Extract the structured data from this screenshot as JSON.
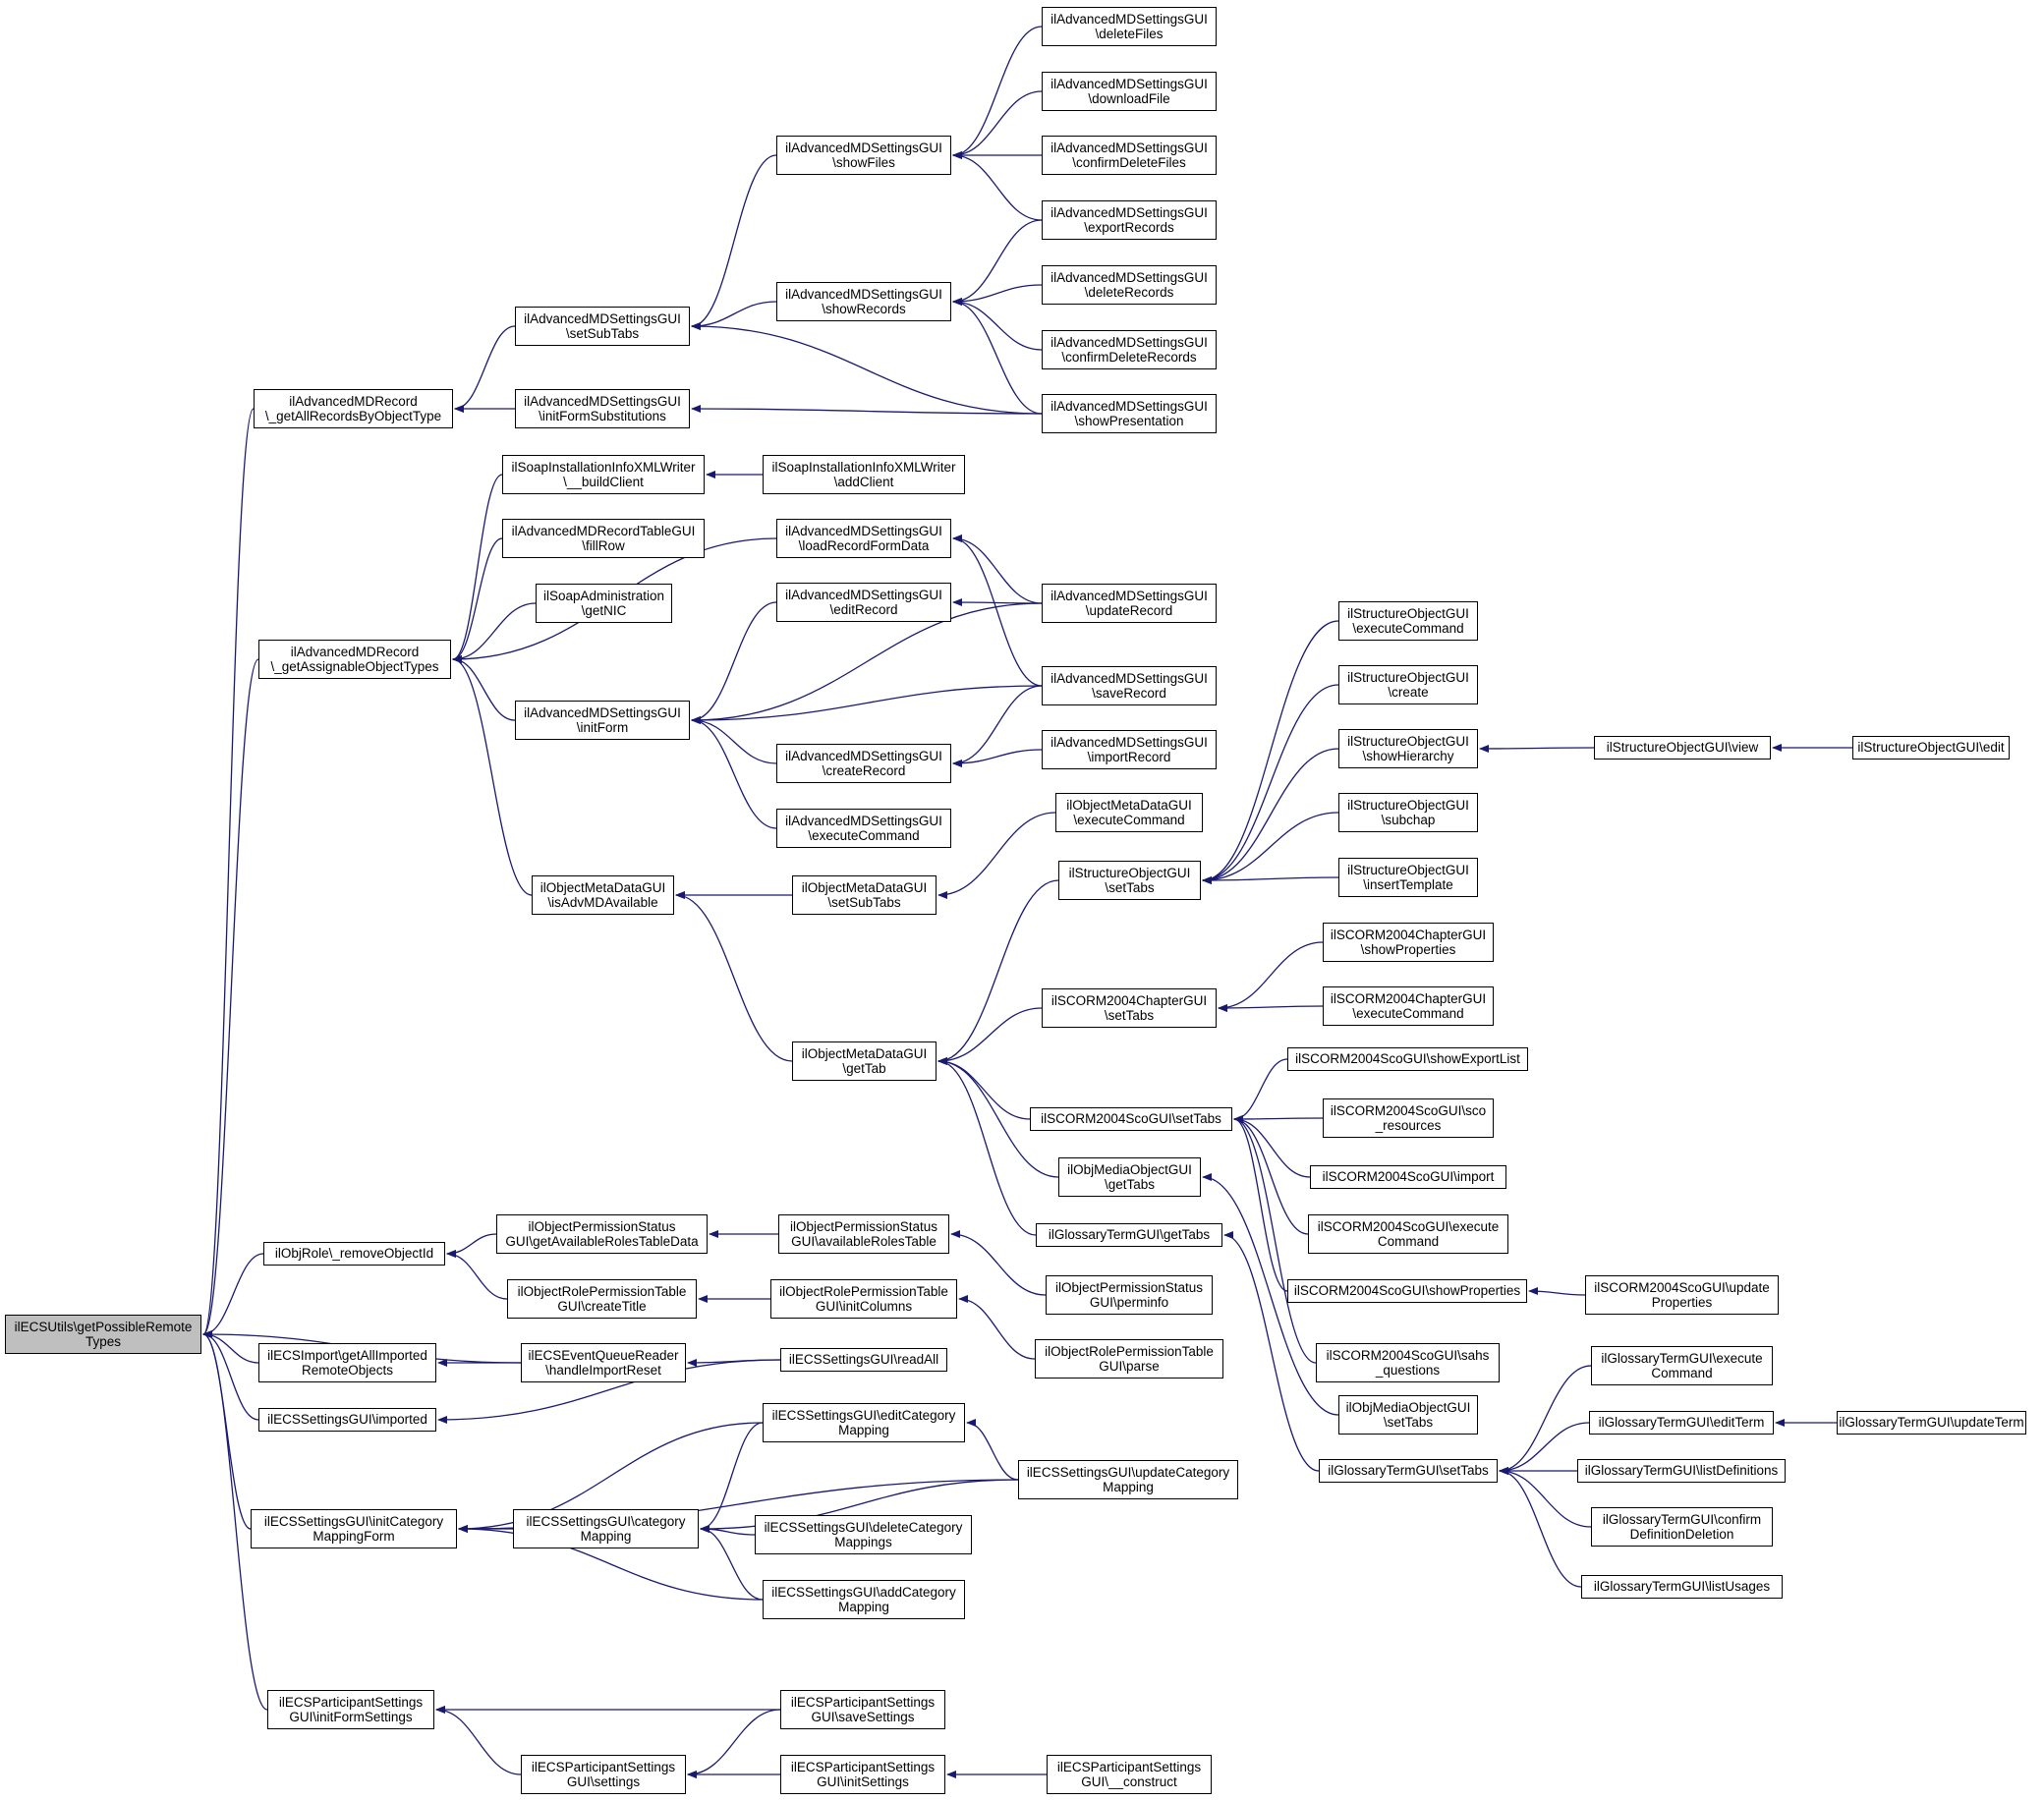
{
  "colors": {
    "edge": "#191970",
    "node_border": "#000000",
    "node_fill": "#ffffff",
    "root_fill": "#bfbfbf"
  },
  "nodes": [
    {
      "id": "n1",
      "lines": [
        "ilECSUtils\\getPossibleRemote",
        "Types"
      ],
      "root": true
    },
    {
      "id": "n2",
      "lines": [
        "ilAdvancedMDRecord",
        "\\_getAllRecordsByObjectType"
      ]
    },
    {
      "id": "n3",
      "lines": [
        "ilAdvancedMDRecord",
        "\\_getAssignableObjectTypes"
      ]
    },
    {
      "id": "n4",
      "lines": [
        "ilObjRole\\_removeObjectId"
      ]
    },
    {
      "id": "n5",
      "lines": [
        "ilECSImport\\getAllImported",
        "RemoteObjects"
      ]
    },
    {
      "id": "n6",
      "lines": [
        "ilECSSettingsGUI\\imported"
      ]
    },
    {
      "id": "n7",
      "lines": [
        "ilECSSettingsGUI\\initCategory",
        "MappingForm"
      ]
    },
    {
      "id": "n8",
      "lines": [
        "ilECSParticipantSettings",
        "GUI\\initFormSettings"
      ]
    },
    {
      "id": "n9",
      "lines": [
        "ilAdvancedMDSettingsGUI",
        "\\setSubTabs"
      ]
    },
    {
      "id": "n10",
      "lines": [
        "ilAdvancedMDSettingsGUI",
        "\\initFormSubstitutions"
      ]
    },
    {
      "id": "n11",
      "lines": [
        "ilSoapInstallationInfoXMLWriter",
        "\\__buildClient"
      ]
    },
    {
      "id": "n12",
      "lines": [
        "ilAdvancedMDRecordTableGUI",
        "\\fillRow"
      ]
    },
    {
      "id": "n13",
      "lines": [
        "ilSoapAdministration",
        "\\getNIC"
      ]
    },
    {
      "id": "n14",
      "lines": [
        "ilAdvancedMDSettingsGUI",
        "\\initForm"
      ]
    },
    {
      "id": "n15",
      "lines": [
        "ilObjectMetaDataGUI",
        "\\isAdvMDAvailable"
      ]
    },
    {
      "id": "n16",
      "lines": [
        "ilObjectPermissionStatus",
        "GUI\\getAvailableRolesTableData"
      ]
    },
    {
      "id": "n17",
      "lines": [
        "ilObjectRolePermissionTable",
        "GUI\\createTitle"
      ]
    },
    {
      "id": "n18",
      "lines": [
        "ilECSEventQueueReader",
        "\\handleImportReset"
      ]
    },
    {
      "id": "n19",
      "lines": [
        "ilECSSettingsGUI\\category",
        "Mapping"
      ]
    },
    {
      "id": "n20",
      "lines": [
        "ilECSParticipantSettings",
        "GUI\\settings"
      ]
    },
    {
      "id": "n21",
      "lines": [
        "ilAdvancedMDSettingsGUI",
        "\\showFiles"
      ]
    },
    {
      "id": "n22",
      "lines": [
        "ilAdvancedMDSettingsGUI",
        "\\showRecords"
      ]
    },
    {
      "id": "n23",
      "lines": [
        "ilSoapInstallationInfoXMLWriter",
        "\\addClient"
      ]
    },
    {
      "id": "n24",
      "lines": [
        "ilAdvancedMDSettingsGUI",
        "\\loadRecordFormData"
      ]
    },
    {
      "id": "n25",
      "lines": [
        "ilAdvancedMDSettingsGUI",
        "\\editRecord"
      ]
    },
    {
      "id": "n26",
      "lines": [
        "ilAdvancedMDSettingsGUI",
        "\\createRecord"
      ]
    },
    {
      "id": "n27",
      "lines": [
        "ilAdvancedMDSettingsGUI",
        "\\executeCommand"
      ]
    },
    {
      "id": "n28",
      "lines": [
        "ilObjectMetaDataGUI",
        "\\setSubTabs"
      ]
    },
    {
      "id": "n29",
      "lines": [
        "ilObjectMetaDataGUI",
        "\\getTab"
      ]
    },
    {
      "id": "n30",
      "lines": [
        "ilObjectPermissionStatus",
        "GUI\\availableRolesTable"
      ]
    },
    {
      "id": "n31",
      "lines": [
        "ilObjectRolePermissionTable",
        "GUI\\initColumns"
      ]
    },
    {
      "id": "n32",
      "lines": [
        "ilECSSettingsGUI\\readAll"
      ]
    },
    {
      "id": "n33",
      "lines": [
        "ilECSSettingsGUI\\editCategory",
        "Mapping"
      ]
    },
    {
      "id": "n34",
      "lines": [
        "ilECSSettingsGUI\\deleteCategory",
        "Mappings"
      ]
    },
    {
      "id": "n35",
      "lines": [
        "ilECSSettingsGUI\\addCategory",
        "Mapping"
      ]
    },
    {
      "id": "n36",
      "lines": [
        "ilECSParticipantSettings",
        "GUI\\saveSettings"
      ]
    },
    {
      "id": "n37",
      "lines": [
        "ilECSParticipantSettings",
        "GUI\\initSettings"
      ]
    },
    {
      "id": "n38",
      "lines": [
        "ilAdvancedMDSettingsGUI",
        "\\deleteFiles"
      ]
    },
    {
      "id": "n39",
      "lines": [
        "ilAdvancedMDSettingsGUI",
        "\\downloadFile"
      ]
    },
    {
      "id": "n40",
      "lines": [
        "ilAdvancedMDSettingsGUI",
        "\\confirmDeleteFiles"
      ]
    },
    {
      "id": "n41",
      "lines": [
        "ilAdvancedMDSettingsGUI",
        "\\exportRecords"
      ]
    },
    {
      "id": "n42",
      "lines": [
        "ilAdvancedMDSettingsGUI",
        "\\deleteRecords"
      ]
    },
    {
      "id": "n43",
      "lines": [
        "ilAdvancedMDSettingsGUI",
        "\\confirmDeleteRecords"
      ]
    },
    {
      "id": "n44",
      "lines": [
        "ilAdvancedMDSettingsGUI",
        "\\showPresentation"
      ]
    },
    {
      "id": "n45",
      "lines": [
        "ilAdvancedMDSettingsGUI",
        "\\updateRecord"
      ]
    },
    {
      "id": "n46",
      "lines": [
        "ilAdvancedMDSettingsGUI",
        "\\saveRecord"
      ]
    },
    {
      "id": "n47",
      "lines": [
        "ilAdvancedMDSettingsGUI",
        "\\importRecord"
      ]
    },
    {
      "id": "n48",
      "lines": [
        "ilObjectMetaDataGUI",
        "\\executeCommand"
      ]
    },
    {
      "id": "n49",
      "lines": [
        "ilStructureObjectGUI",
        "\\setTabs"
      ]
    },
    {
      "id": "n50",
      "lines": [
        "ilSCORM2004ChapterGUI",
        "\\setTabs"
      ]
    },
    {
      "id": "n51",
      "lines": [
        "ilSCORM2004ScoGUI\\setTabs"
      ]
    },
    {
      "id": "n52",
      "lines": [
        "ilObjMediaObjectGUI",
        "\\getTabs"
      ]
    },
    {
      "id": "n53",
      "lines": [
        "ilGlossaryTermGUI\\getTabs"
      ]
    },
    {
      "id": "n54",
      "lines": [
        "ilObjectPermissionStatus",
        "GUI\\perminfo"
      ]
    },
    {
      "id": "n55",
      "lines": [
        "ilObjectRolePermissionTable",
        "GUI\\parse"
      ]
    },
    {
      "id": "n56",
      "lines": [
        "ilECSSettingsGUI\\updateCategory",
        "Mapping"
      ]
    },
    {
      "id": "n57",
      "lines": [
        "ilECSParticipantSettings",
        "GUI\\__construct"
      ]
    },
    {
      "id": "n58",
      "lines": [
        "ilStructureObjectGUI",
        "\\executeCommand"
      ]
    },
    {
      "id": "n59",
      "lines": [
        "ilStructureObjectGUI",
        "\\create"
      ]
    },
    {
      "id": "n60",
      "lines": [
        "ilStructureObjectGUI",
        "\\showHierarchy"
      ]
    },
    {
      "id": "n61",
      "lines": [
        "ilStructureObjectGUI",
        "\\subchap"
      ]
    },
    {
      "id": "n62",
      "lines": [
        "ilStructureObjectGUI",
        "\\insertTemplate"
      ]
    },
    {
      "id": "n63",
      "lines": [
        "ilSCORM2004ChapterGUI",
        "\\showProperties"
      ]
    },
    {
      "id": "n64",
      "lines": [
        "ilSCORM2004ChapterGUI",
        "\\executeCommand"
      ]
    },
    {
      "id": "n65",
      "lines": [
        "ilSCORM2004ScoGUI\\showExportList"
      ]
    },
    {
      "id": "n66",
      "lines": [
        "ilSCORM2004ScoGUI\\sco",
        "_resources"
      ]
    },
    {
      "id": "n67",
      "lines": [
        "ilSCORM2004ScoGUI\\import"
      ]
    },
    {
      "id": "n68",
      "lines": [
        "ilSCORM2004ScoGUI\\execute",
        "Command"
      ]
    },
    {
      "id": "n69",
      "lines": [
        "ilSCORM2004ScoGUI\\showProperties"
      ]
    },
    {
      "id": "n70",
      "lines": [
        "ilSCORM2004ScoGUI\\sahs",
        "_questions"
      ]
    },
    {
      "id": "n71",
      "lines": [
        "ilObjMediaObjectGUI",
        "\\setTabs"
      ]
    },
    {
      "id": "n72",
      "lines": [
        "ilGlossaryTermGUI\\setTabs"
      ]
    },
    {
      "id": "n73",
      "lines": [
        "ilStructureObjectGUI\\view"
      ]
    },
    {
      "id": "n74",
      "lines": [
        "ilSCORM2004ScoGUI\\update",
        "Properties"
      ]
    },
    {
      "id": "n75",
      "lines": [
        "ilGlossaryTermGUI\\execute",
        "Command"
      ]
    },
    {
      "id": "n76",
      "lines": [
        "ilGlossaryTermGUI\\editTerm"
      ]
    },
    {
      "id": "n77",
      "lines": [
        "ilGlossaryTermGUI\\listDefinitions"
      ]
    },
    {
      "id": "n78",
      "lines": [
        "ilGlossaryTermGUI\\confirm",
        "DefinitionDeletion"
      ]
    },
    {
      "id": "n79",
      "lines": [
        "ilGlossaryTermGUI\\listUsages"
      ]
    },
    {
      "id": "n80",
      "lines": [
        "ilStructureObjectGUI\\edit"
      ]
    },
    {
      "id": "n81",
      "lines": [
        "ilGlossaryTermGUI\\updateTerm"
      ]
    }
  ],
  "edges": [
    [
      "n2",
      "n1"
    ],
    [
      "n3",
      "n1"
    ],
    [
      "n4",
      "n1"
    ],
    [
      "n5",
      "n1"
    ],
    [
      "n6",
      "n1"
    ],
    [
      "n7",
      "n1"
    ],
    [
      "n8",
      "n1"
    ],
    [
      "n18",
      "n1"
    ],
    [
      "n9",
      "n2"
    ],
    [
      "n10",
      "n2"
    ],
    [
      "n11",
      "n3"
    ],
    [
      "n12",
      "n3"
    ],
    [
      "n13",
      "n3"
    ],
    [
      "n14",
      "n3"
    ],
    [
      "n15",
      "n3"
    ],
    [
      "n24",
      "n3"
    ],
    [
      "n16",
      "n4"
    ],
    [
      "n17",
      "n4"
    ],
    [
      "n18",
      "n5"
    ],
    [
      "n32",
      "n6"
    ],
    [
      "n19",
      "n7"
    ],
    [
      "n33",
      "n7"
    ],
    [
      "n35",
      "n7"
    ],
    [
      "n56",
      "n7"
    ],
    [
      "n20",
      "n8"
    ],
    [
      "n36",
      "n8"
    ],
    [
      "n21",
      "n9"
    ],
    [
      "n22",
      "n9"
    ],
    [
      "n44",
      "n9"
    ],
    [
      "n44",
      "n10"
    ],
    [
      "n23",
      "n11"
    ],
    [
      "n25",
      "n14"
    ],
    [
      "n26",
      "n14"
    ],
    [
      "n27",
      "n14"
    ],
    [
      "n45",
      "n14"
    ],
    [
      "n46",
      "n14"
    ],
    [
      "n28",
      "n15"
    ],
    [
      "n29",
      "n15"
    ],
    [
      "n30",
      "n16"
    ],
    [
      "n31",
      "n17"
    ],
    [
      "n32",
      "n18"
    ],
    [
      "n33",
      "n19"
    ],
    [
      "n34",
      "n19"
    ],
    [
      "n35",
      "n19"
    ],
    [
      "n56",
      "n19"
    ],
    [
      "n36",
      "n20"
    ],
    [
      "n37",
      "n20"
    ],
    [
      "n38",
      "n21"
    ],
    [
      "n39",
      "n21"
    ],
    [
      "n40",
      "n21"
    ],
    [
      "n41",
      "n21"
    ],
    [
      "n41",
      "n22"
    ],
    [
      "n42",
      "n22"
    ],
    [
      "n43",
      "n22"
    ],
    [
      "n44",
      "n22"
    ],
    [
      "n45",
      "n24"
    ],
    [
      "n46",
      "n24"
    ],
    [
      "n45",
      "n25"
    ],
    [
      "n46",
      "n26"
    ],
    [
      "n47",
      "n26"
    ],
    [
      "n48",
      "n28"
    ],
    [
      "n49",
      "n29"
    ],
    [
      "n50",
      "n29"
    ],
    [
      "n51",
      "n29"
    ],
    [
      "n52",
      "n29"
    ],
    [
      "n53",
      "n29"
    ],
    [
      "n54",
      "n30"
    ],
    [
      "n55",
      "n31"
    ],
    [
      "n56",
      "n33"
    ],
    [
      "n57",
      "n37"
    ],
    [
      "n58",
      "n49"
    ],
    [
      "n59",
      "n49"
    ],
    [
      "n60",
      "n49"
    ],
    [
      "n61",
      "n49"
    ],
    [
      "n62",
      "n49"
    ],
    [
      "n63",
      "n50"
    ],
    [
      "n64",
      "n50"
    ],
    [
      "n65",
      "n51"
    ],
    [
      "n66",
      "n51"
    ],
    [
      "n67",
      "n51"
    ],
    [
      "n68",
      "n51"
    ],
    [
      "n69",
      "n51"
    ],
    [
      "n70",
      "n51"
    ],
    [
      "n71",
      "n52"
    ],
    [
      "n72",
      "n53"
    ],
    [
      "n73",
      "n60"
    ],
    [
      "n74",
      "n69"
    ],
    [
      "n75",
      "n72"
    ],
    [
      "n76",
      "n72"
    ],
    [
      "n77",
      "n72"
    ],
    [
      "n78",
      "n72"
    ],
    [
      "n79",
      "n72"
    ],
    [
      "n80",
      "n73"
    ],
    [
      "n81",
      "n76"
    ]
  ]
}
